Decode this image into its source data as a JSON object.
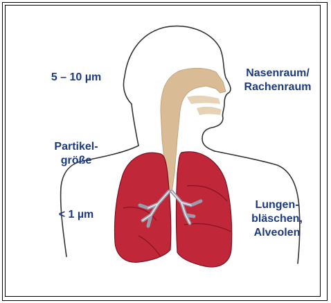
{
  "labels": {
    "left_top": "5  – 10 µm",
    "left_middle": [
      "Partikel-",
      "größe"
    ],
    "left_bottom": "< 1 µm",
    "right_top": [
      "Nasenraum/",
      "Rachenraum"
    ],
    "right_bottom": [
      "Lungen-",
      "bläschen,",
      "Alveolen"
    ]
  },
  "colors": {
    "text": "#1c3a82",
    "airway": "#d9bc96",
    "lung": "#c0283a",
    "lung_dark": "#8c1426",
    "body_outline": "#333333"
  }
}
